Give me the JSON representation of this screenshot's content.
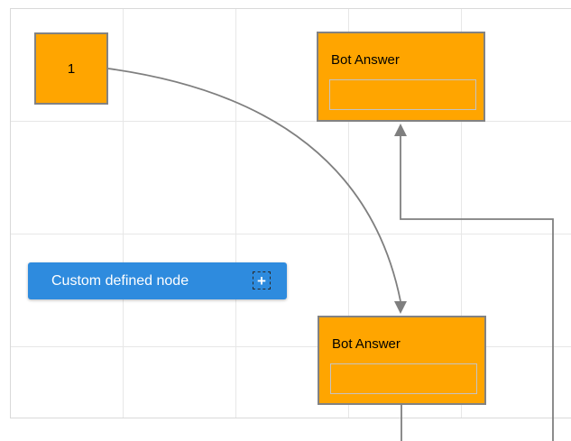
{
  "diagram": {
    "nodes": {
      "start": {
        "label": "1",
        "shape": "square"
      },
      "bot_answer_top": {
        "title": "Bot Answer",
        "field_value": ""
      },
      "bot_answer_bottom": {
        "title": "Bot Answer",
        "field_value": ""
      },
      "custom": {
        "label": "Custom defined node",
        "plus_glyph": "+",
        "icon": "plus-icon"
      }
    },
    "connectors": [
      {
        "from": "start",
        "to": "bot_answer_bottom",
        "style": "curved",
        "arrow": "target"
      },
      {
        "from": "bot_answer_bottom",
        "to": "bot_answer_top",
        "style": "orthogonal",
        "arrow": "target"
      }
    ]
  },
  "colors": {
    "node_fill": "#FFA500",
    "node_border": "#828282",
    "node_text": "#000000",
    "field_border": "#C4C4C4",
    "custom_fill": "#2E8BDE",
    "custom_text": "#FFFFFF",
    "connector": "#7F7F7F",
    "grid_line": "#E7E7E7",
    "canvas_border": "#D9D9D9"
  }
}
